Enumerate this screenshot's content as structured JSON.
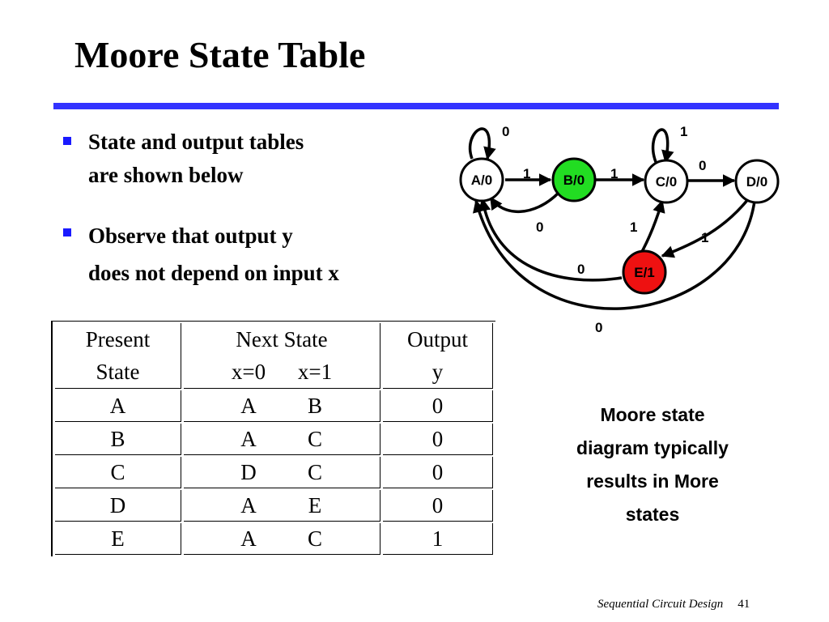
{
  "slide": {
    "title": "Moore State Table",
    "footer_text": "Sequential Circuit Design",
    "page_number": "41",
    "accent_color": "#3333ff"
  },
  "bullets": [
    {
      "lines": [
        "State and output tables",
        "are shown below"
      ]
    },
    {
      "lines": [
        "Observe that output y",
        "does not depend on input x"
      ]
    }
  ],
  "diagram": {
    "states": [
      {
        "id": "A",
        "label": "A/0",
        "fill": "#ffffff"
      },
      {
        "id": "B",
        "label": "B/0",
        "fill": "#22dd22"
      },
      {
        "id": "C",
        "label": "C/0",
        "fill": "#ffffff"
      },
      {
        "id": "D",
        "label": "D/0",
        "fill": "#ffffff"
      },
      {
        "id": "E",
        "label": "E/1",
        "fill": "#ee1111"
      }
    ],
    "transitions": [
      {
        "from": "A",
        "to": "A",
        "label": "0"
      },
      {
        "from": "A",
        "to": "B",
        "label": "1"
      },
      {
        "from": "B",
        "to": "A",
        "label": "0"
      },
      {
        "from": "B",
        "to": "C",
        "label": "1"
      },
      {
        "from": "C",
        "to": "C",
        "label": "1"
      },
      {
        "from": "C",
        "to": "D",
        "label": "0"
      },
      {
        "from": "D",
        "to": "E",
        "label": "1"
      },
      {
        "from": "E",
        "to": "C",
        "label": "1"
      },
      {
        "from": "E",
        "to": "A",
        "label": "0"
      },
      {
        "from": "D",
        "to": "A",
        "label": "0"
      }
    ]
  },
  "table": {
    "header": {
      "present_state": [
        "Present",
        "State"
      ],
      "next_state_title": "Next State",
      "next_state_x0": "x=0",
      "next_state_x1": "x=1",
      "output": [
        "Output",
        "y"
      ]
    },
    "rows": [
      {
        "state": "A",
        "next_x0": "A",
        "next_x1": "B",
        "output": "0"
      },
      {
        "state": "B",
        "next_x0": "A",
        "next_x1": "C",
        "output": "0"
      },
      {
        "state": "C",
        "next_x0": "D",
        "next_x1": "C",
        "output": "0"
      },
      {
        "state": "D",
        "next_x0": "A",
        "next_x1": "E",
        "output": "0"
      },
      {
        "state": "E",
        "next_x0": "A",
        "next_x1": "C",
        "output": "1"
      }
    ]
  },
  "note": [
    "Moore state",
    "diagram typically",
    "results in More",
    "states"
  ]
}
